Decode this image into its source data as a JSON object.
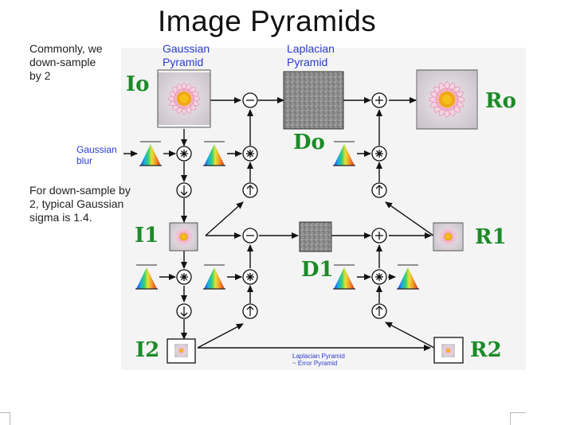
{
  "title": "Image Pyramids",
  "notes": {
    "downsample": "Commonly, we\ndown-sample\nby 2",
    "sigma": "For down-sample by\n2, typical Gaussian\nsigma is 1.4."
  },
  "headers": {
    "gaussian": "Gaussian\nPyramid",
    "laplacian": "Laplacian\nPyramid"
  },
  "blur_label": "Gaussian\nblur",
  "bottom_caption": "Laplacian Pyramid\n~ Error Pyramid",
  "labels": {
    "I0": "Io",
    "I1": "I1",
    "I2": "I2",
    "D0": "Do",
    "D1": "D1",
    "R0": "Ro",
    "R1": "R1",
    "R2": "R2"
  },
  "colors": {
    "label_green": "#1d8a2a",
    "header_blue": "#2a3ccc",
    "image_border": "#222222",
    "laplacian_gray": "#8a8a8a"
  },
  "icons": [
    "subtract-operator-icon",
    "add-operator-icon",
    "convolution-operator-icon",
    "downsample-operator-icon",
    "upsample-operator-icon",
    "gaussian-kernel-icon",
    "flower-image-icon"
  ]
}
